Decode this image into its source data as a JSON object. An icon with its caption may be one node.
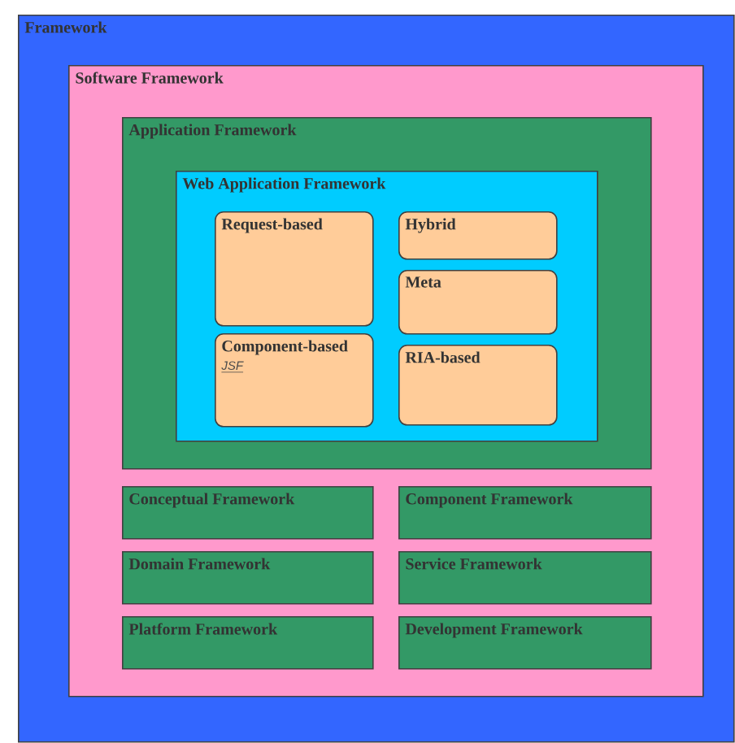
{
  "diagram": {
    "nodes": [
      {
        "text": [
          "Framework"
        ]
      },
      {
        "text": [
          "Software Framework"
        ],
        "in": 0
      },
      {
        "text": [
          "Application Framework"
        ],
        "in": 1
      },
      {
        "text": [
          "Web Application Framework"
        ],
        "in": 2
      },
      {
        "text": [
          "Request-based"
        ],
        "in": 3
      },
      {
        "text": [
          "Component-based",
          "JSF"
        ],
        "in": 3
      },
      {
        "text": [
          "Hybrid"
        ],
        "in": 3
      },
      {
        "text": [
          "Meta"
        ],
        "in": 3
      },
      {
        "text": [
          "RIA-based"
        ],
        "in": 3
      },
      {
        "text": [
          "Conceptual Framework"
        ],
        "in": 1
      },
      {
        "text": [
          "Component Framework"
        ],
        "in": 1
      },
      {
        "text": [
          "Domain Framework"
        ],
        "in": 1
      },
      {
        "text": [
          "Service Framework"
        ],
        "in": 1
      },
      {
        "text": [
          "Platform Framework"
        ],
        "in": 1
      },
      {
        "text": [
          "Development Framework"
        ],
        "in": 1
      }
    ]
  }
}
